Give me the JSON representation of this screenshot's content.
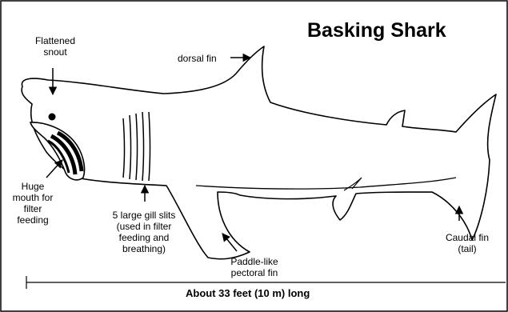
{
  "title": "Basking Shark",
  "labels": {
    "snout": "Flattened\nsnout",
    "dorsal_fin": "dorsal fin",
    "mouth": "Huge\nmouth for\nfilter\nfeeding",
    "gill_slits": "5 large gill slits\n(used in filter\nfeeding and\nbreathing)",
    "pectoral_fin": "Paddle-like\npectoral fin",
    "caudal_fin": "Caudal fin\n(tail)"
  },
  "length_caption": "About 33 feet (10 m) long",
  "gill_slit_count": 5
}
